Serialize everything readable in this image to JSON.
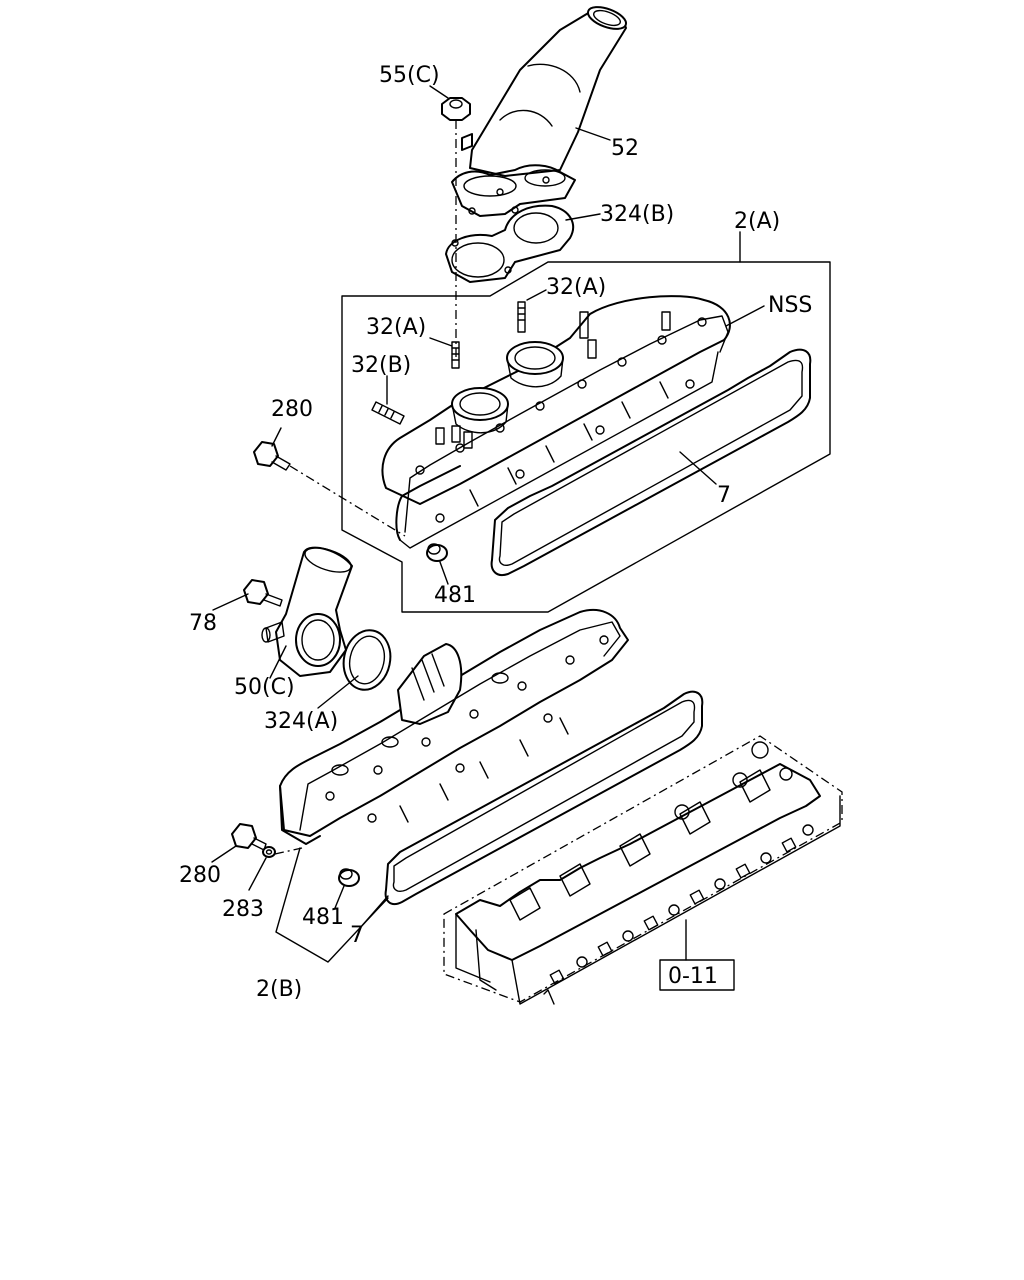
{
  "labels": {
    "l55c": "55(C)",
    "l52": "52",
    "l324b": "324(B)",
    "l2a": "2(A)",
    "lnss": "NSS",
    "l32a_top": "32(A)",
    "l32a_mid": "32(A)",
    "l32b": "32(B)",
    "l280_top": "280",
    "l7_top": "7",
    "l481_top": "481",
    "l78": "78",
    "l50c": "50(C)",
    "l324a": "324(A)",
    "l280_bot": "280",
    "l283": "283",
    "l481_bot": "481",
    "l7_bot": "7",
    "l2b": "2(B)",
    "l011": "0-11"
  }
}
